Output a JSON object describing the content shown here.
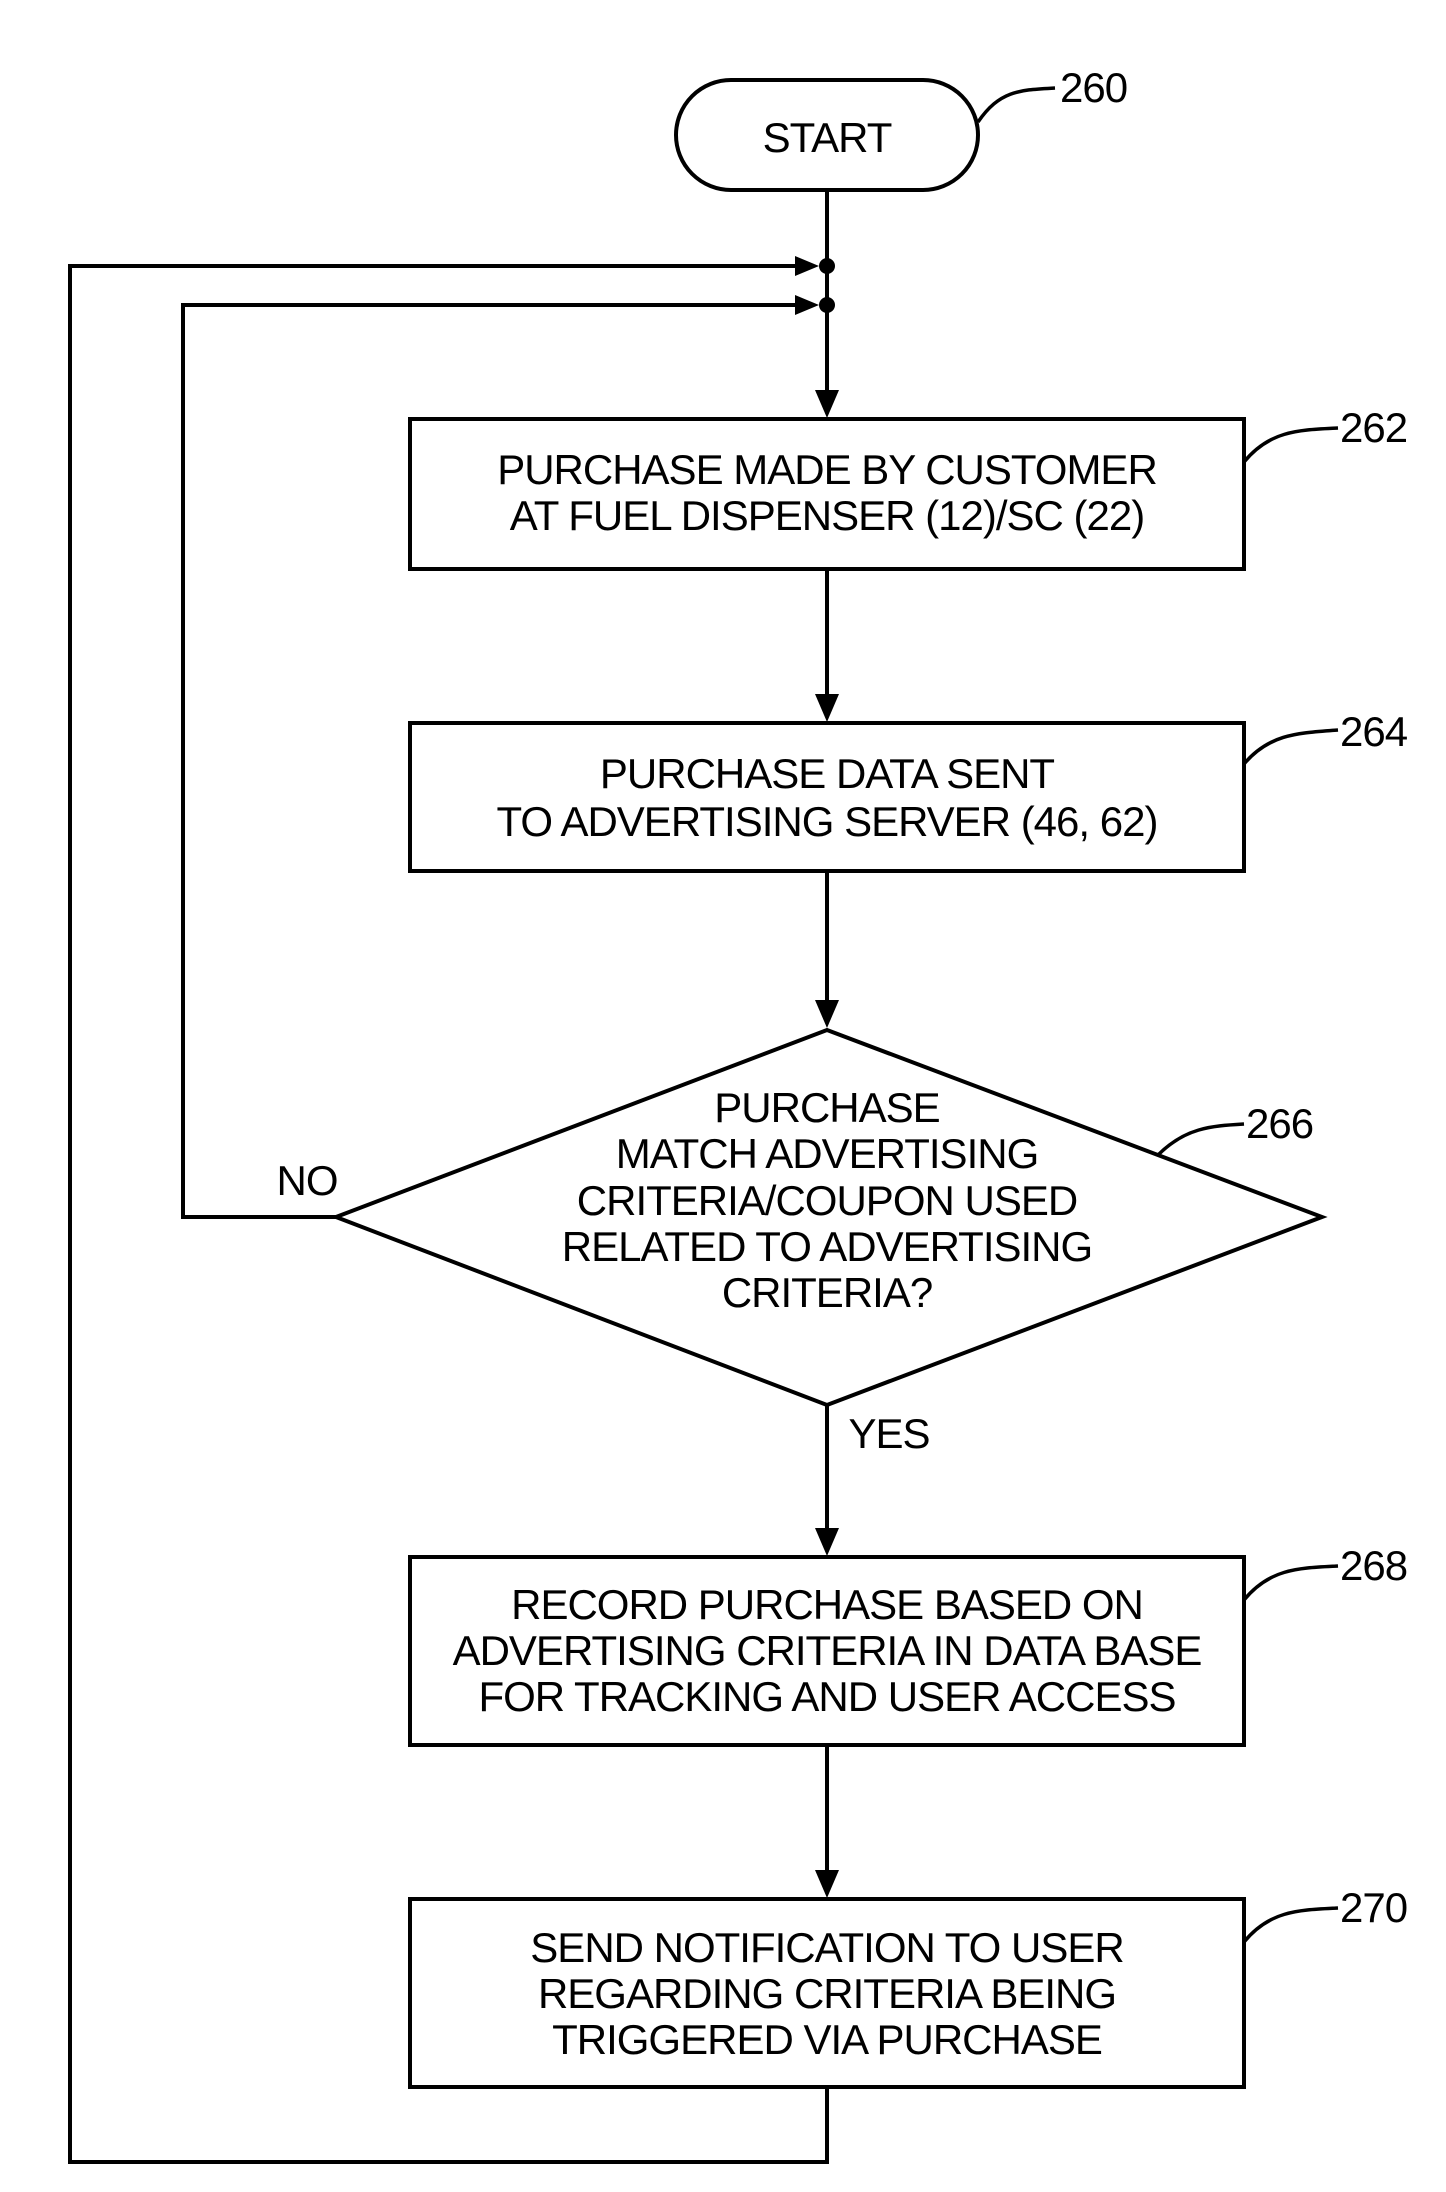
{
  "start": {
    "label": "START",
    "ref": "260"
  },
  "steps": [
    {
      "ref": "262",
      "lines": [
        "PURCHASE MADE BY CUSTOMER",
        "AT FUEL DISPENSER (12)/SC (22)"
      ]
    },
    {
      "ref": "264",
      "lines": [
        "PURCHASE DATA SENT",
        "TO ADVERTISING SERVER (46, 62)"
      ]
    },
    {
      "ref": "268",
      "lines": [
        "RECORD PURCHASE BASED ON",
        "ADVERTISING CRITERIA IN DATA BASE",
        "FOR TRACKING AND USER ACCESS"
      ]
    },
    {
      "ref": "270",
      "lines": [
        "SEND NOTIFICATION TO USER",
        "REGARDING CRITERIA BEING",
        "TRIGGERED VIA PURCHASE"
      ]
    }
  ],
  "decision": {
    "ref": "266",
    "lines": [
      "PURCHASE",
      "MATCH ADVERTISING",
      "CRITERIA/COUPON USED",
      "RELATED TO ADVERTISING",
      "CRITERIA?"
    ],
    "no_label": "NO",
    "yes_label": "YES"
  }
}
